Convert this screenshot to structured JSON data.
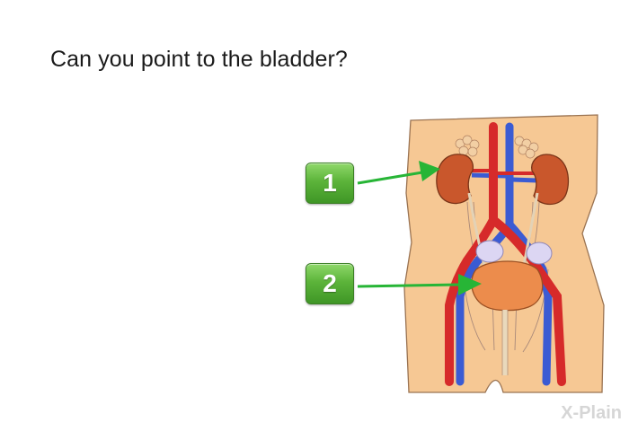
{
  "question": "Can you point to the bladder?",
  "answers": [
    {
      "label": "1",
      "target": "kidney"
    },
    {
      "label": "2",
      "target": "bladder"
    }
  ],
  "logo": "X-Plain",
  "colors": {
    "skin": "#f6c894",
    "artery": "#d62a2a",
    "vein": "#3b5bd3",
    "kidney": "#c9572c",
    "bladder": "#ec8c4c",
    "arrow": "#27b536",
    "button": "#5cb43a"
  }
}
